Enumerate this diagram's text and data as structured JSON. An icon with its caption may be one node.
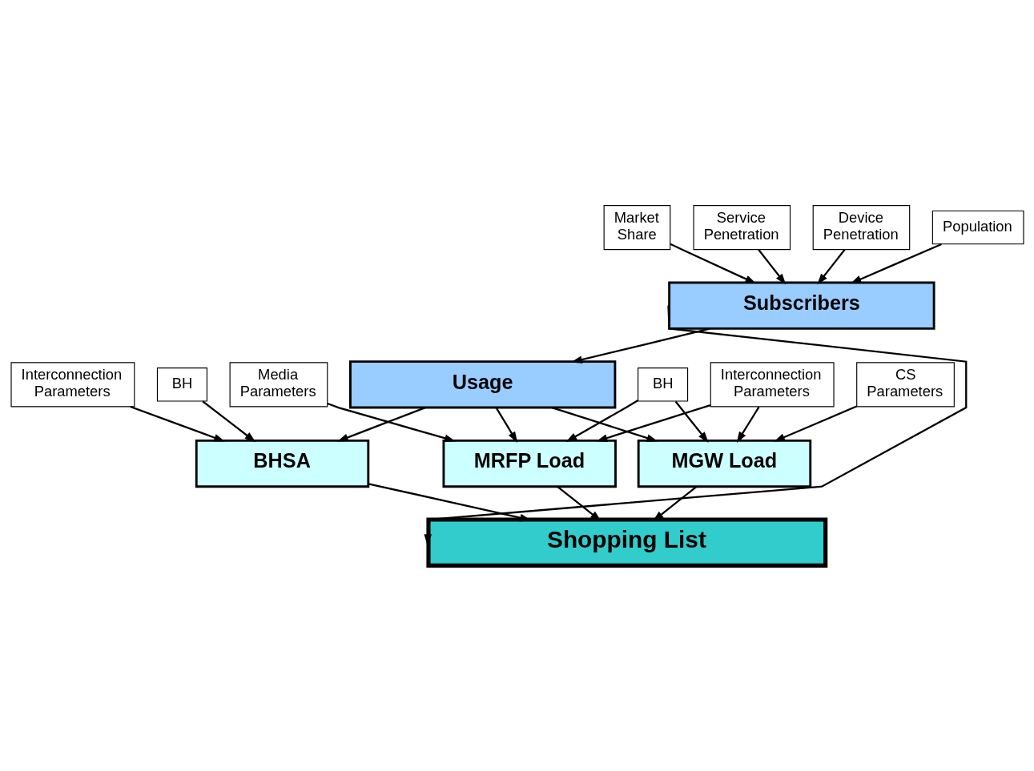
{
  "diagram": {
    "nodes": [
      {
        "text": [
          "Market Share"
        ]
      },
      {
        "text": [
          "Service Penetration"
        ]
      },
      {
        "text": [
          "Device Penetration"
        ]
      },
      {
        "text": [
          "Population"
        ]
      },
      {
        "text": [
          "Subscribers"
        ]
      },
      {
        "text": [
          "Usage"
        ]
      },
      {
        "text": [
          "Interconnection Parameters"
        ]
      },
      {
        "text": [
          "BH"
        ]
      },
      {
        "text": [
          "Media Parameters"
        ]
      },
      {
        "text": [
          "Interconnection Parameters"
        ]
      },
      {
        "text": [
          "CS Parameters"
        ]
      },
      {
        "text": [
          "BH"
        ]
      },
      {
        "text": [
          "BHSA"
        ]
      },
      {
        "text": [
          "MRFP Load"
        ]
      },
      {
        "text": [
          "MGW Load"
        ]
      },
      {
        "text": [
          "Shopping List"
        ]
      }
    ],
    "edges": [
      {
        "from": 0,
        "to": 4,
        "arrow": "to"
      },
      {
        "from": 1,
        "to": 4,
        "arrow": "to"
      },
      {
        "from": 2,
        "to": 4,
        "arrow": "to"
      },
      {
        "from": 3,
        "to": 4,
        "arrow": "to"
      },
      {
        "from": 4,
        "to": 5,
        "arrow": "to"
      },
      {
        "from": 4,
        "to": 15,
        "arrow": "to"
      },
      {
        "from": 5,
        "to": 12,
        "arrow": "to"
      },
      {
        "from": 7,
        "to": 12,
        "arrow": "to"
      },
      {
        "from": 6,
        "to": 12,
        "arrow": "to"
      },
      {
        "from": 5,
        "to": 13,
        "arrow": "to"
      },
      {
        "from": 8,
        "to": 13,
        "arrow": "to"
      },
      {
        "from": 9,
        "to": 13,
        "arrow": "to"
      },
      {
        "from": 11,
        "to": 13,
        "arrow": "to"
      },
      {
        "from": 5,
        "to": 14,
        "arrow": "to"
      },
      {
        "from": 9,
        "to": 14,
        "arrow": "to"
      },
      {
        "from": 11,
        "to": 14,
        "arrow": "to"
      },
      {
        "from": 10,
        "to": 14,
        "arrow": "to"
      },
      {
        "from": 12,
        "to": 15,
        "arrow": "to"
      },
      {
        "from": 13,
        "to": 15,
        "arrow": "to"
      },
      {
        "from": 14,
        "to": 15,
        "arrow": "to"
      }
    ]
  }
}
